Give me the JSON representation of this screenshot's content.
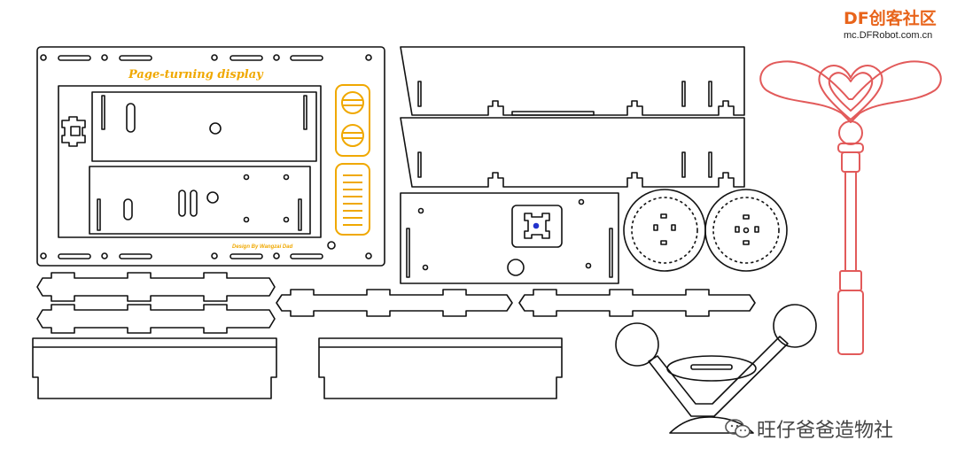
{
  "logo": {
    "brand": "DF创客社区",
    "url": "mc.DFRobot.com.cn"
  },
  "panel": {
    "title": "Page-turning display",
    "credit": "Design By Wangzai Dad",
    "accent_color": "#f0a800"
  },
  "wand": {
    "outline_color": "#e25a5a"
  },
  "watermark": {
    "text": "旺仔爸爸造物社",
    "icon": "wechat-icon"
  }
}
